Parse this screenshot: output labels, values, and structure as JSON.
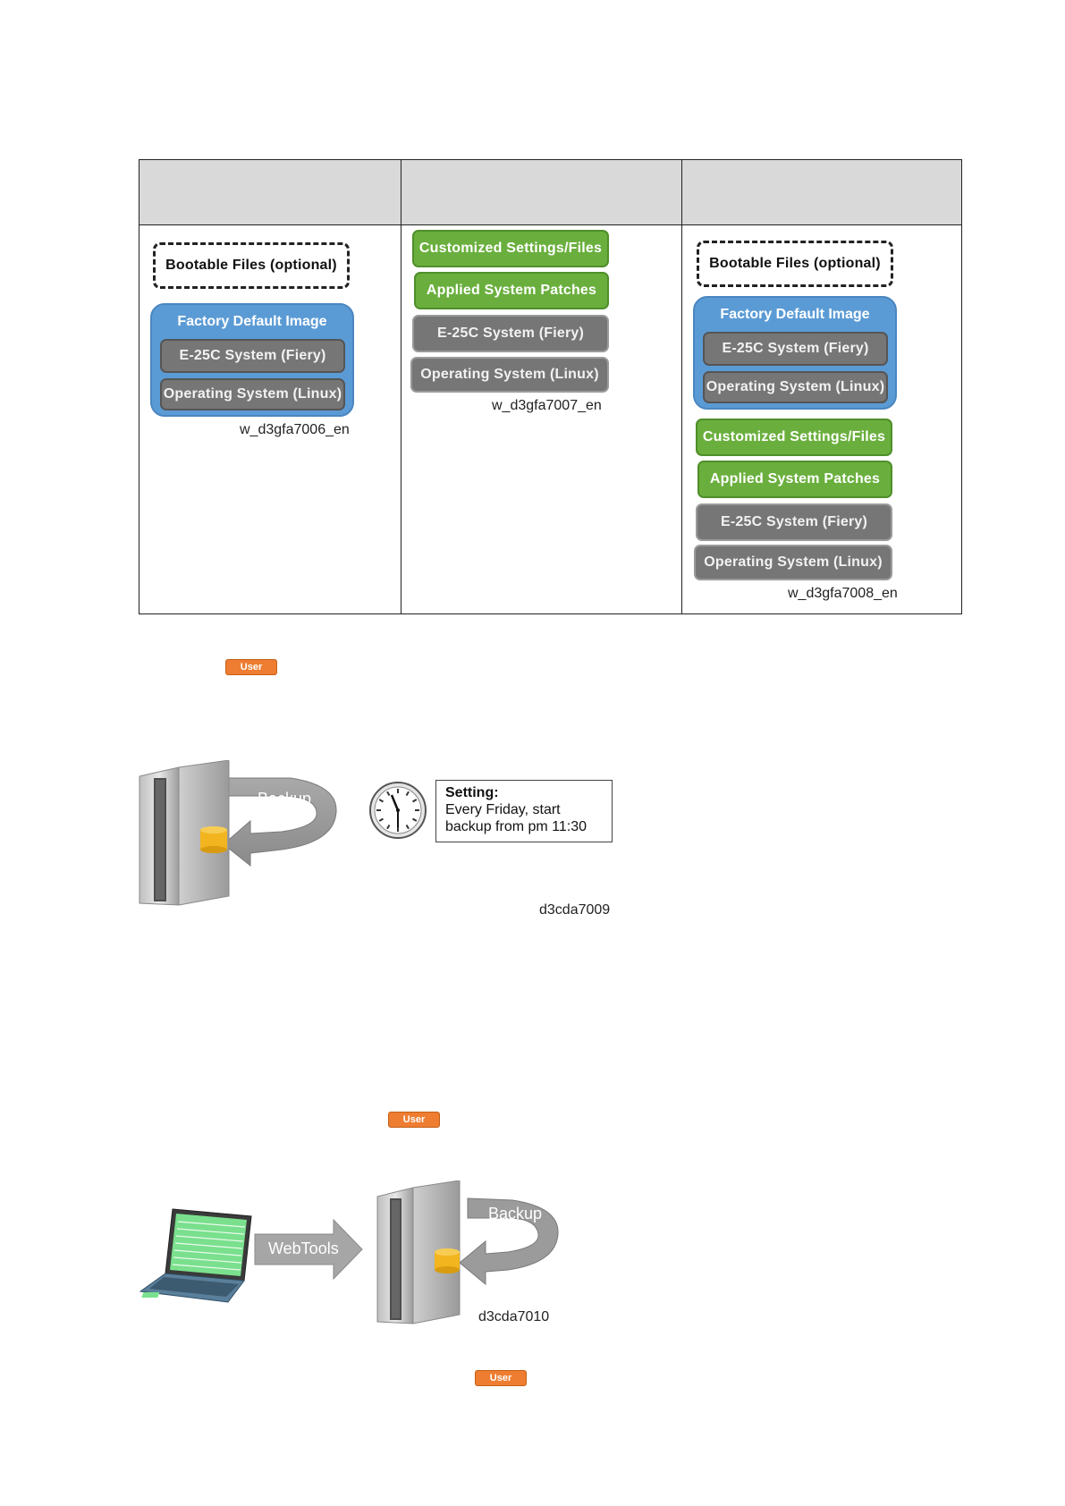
{
  "table": {
    "col1": {
      "bootable": "Bootable Files (optional)",
      "factory_title": "Factory Default Image",
      "system": "E-25C System (Fiery)",
      "os": "Operating System (Linux)",
      "caption": "w_d3gfa7006_en"
    },
    "col2": {
      "custom": "Customized Settings/Files",
      "patches": "Applied System Patches",
      "system": "E-25C System (Fiery)",
      "os": "Operating System (Linux)",
      "caption": "w_d3gfa7007_en"
    },
    "col3": {
      "bootable": "Bootable Files (optional)",
      "factory_title": "Factory Default Image",
      "system": "E-25C System (Fiery)",
      "os": "Operating System (Linux)",
      "custom": "Customized Settings/Files",
      "patches": "Applied System Patches",
      "system2": "E-25C System (Fiery)",
      "os2": "Operating System (Linux)",
      "caption": "w_d3gfa7008_en"
    }
  },
  "badges": {
    "user1": "User",
    "user2": "User",
    "user3": "User"
  },
  "figure1": {
    "backup_label": "Backup",
    "setting_title": "Setting:",
    "setting_line1": "Every Friday, start",
    "setting_line2": "backup from pm 11:30",
    "caption": "d3cda7009"
  },
  "figure2": {
    "webtools_label": "WebTools",
    "backup_label": "Backup",
    "caption": "d3cda7010"
  },
  "colors": {
    "green": "#6aaf3d",
    "blue": "#5b9bd5",
    "gray": "#767676",
    "orange": "#ee7d31"
  }
}
